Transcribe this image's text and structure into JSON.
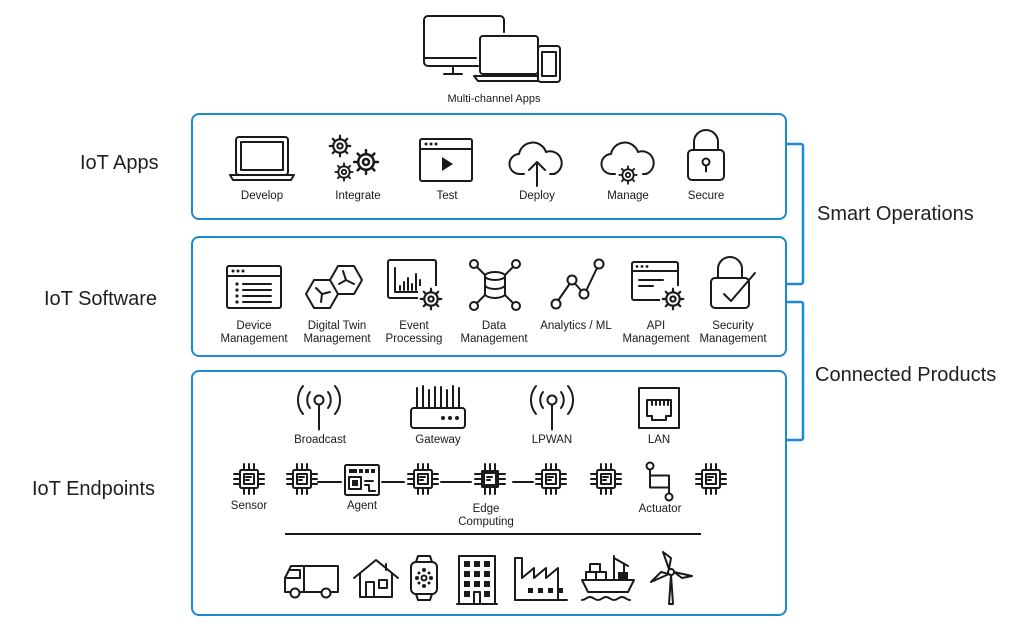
{
  "top": {
    "label": "Multi-channel Apps"
  },
  "layers": {
    "apps": "IoT Apps",
    "software": "IoT Software",
    "endpoints": "IoT Endpoints"
  },
  "groups": {
    "smart_operations": "Smart Operations",
    "connected_products": "Connected Products"
  },
  "apps_items": [
    {
      "label": "Develop",
      "icon": "laptop-icon"
    },
    {
      "label": "Integrate",
      "icon": "gears-icon"
    },
    {
      "label": "Test",
      "icon": "test-window-icon"
    },
    {
      "label": "Deploy",
      "icon": "cloud-upload-icon"
    },
    {
      "label": "Manage",
      "icon": "cloud-gear-icon"
    },
    {
      "label": "Secure",
      "icon": "lock-icon"
    }
  ],
  "software_items": [
    {
      "line1": "Device",
      "line2": "Management",
      "icon": "device-list-icon"
    },
    {
      "line1": "Digital Twin",
      "line2": "Management",
      "icon": "digital-twin-icon"
    },
    {
      "line1": "Event",
      "line2": "Processing",
      "icon": "chart-gear-icon"
    },
    {
      "line1": "Data",
      "line2": "Management",
      "icon": "database-icon"
    },
    {
      "line1": "Analytics / ML",
      "line2": "",
      "icon": "analytics-icon"
    },
    {
      "line1": "API",
      "line2": "Management",
      "icon": "api-window-gear-icon"
    },
    {
      "line1": "Security",
      "line2": "Management",
      "icon": "lock-check-icon"
    }
  ],
  "connectivity_items": [
    {
      "label": "Broadcast",
      "icon": "broadcast-antenna-icon"
    },
    {
      "label": "Gateway",
      "icon": "gateway-router-icon"
    },
    {
      "label": "LPWAN",
      "icon": "lpwan-antenna-icon"
    },
    {
      "label": "LAN",
      "icon": "ethernet-port-icon"
    }
  ],
  "device_labels": {
    "sensor": "Sensor",
    "agent": "Agent",
    "edge_line1": "Edge",
    "edge_line2": "Computing",
    "actuator": "Actuator"
  },
  "things": [
    "truck-icon",
    "house-icon",
    "smartwatch-icon",
    "building-icon",
    "factory-icon",
    "ship-icon",
    "wind-turbine-icon"
  ]
}
